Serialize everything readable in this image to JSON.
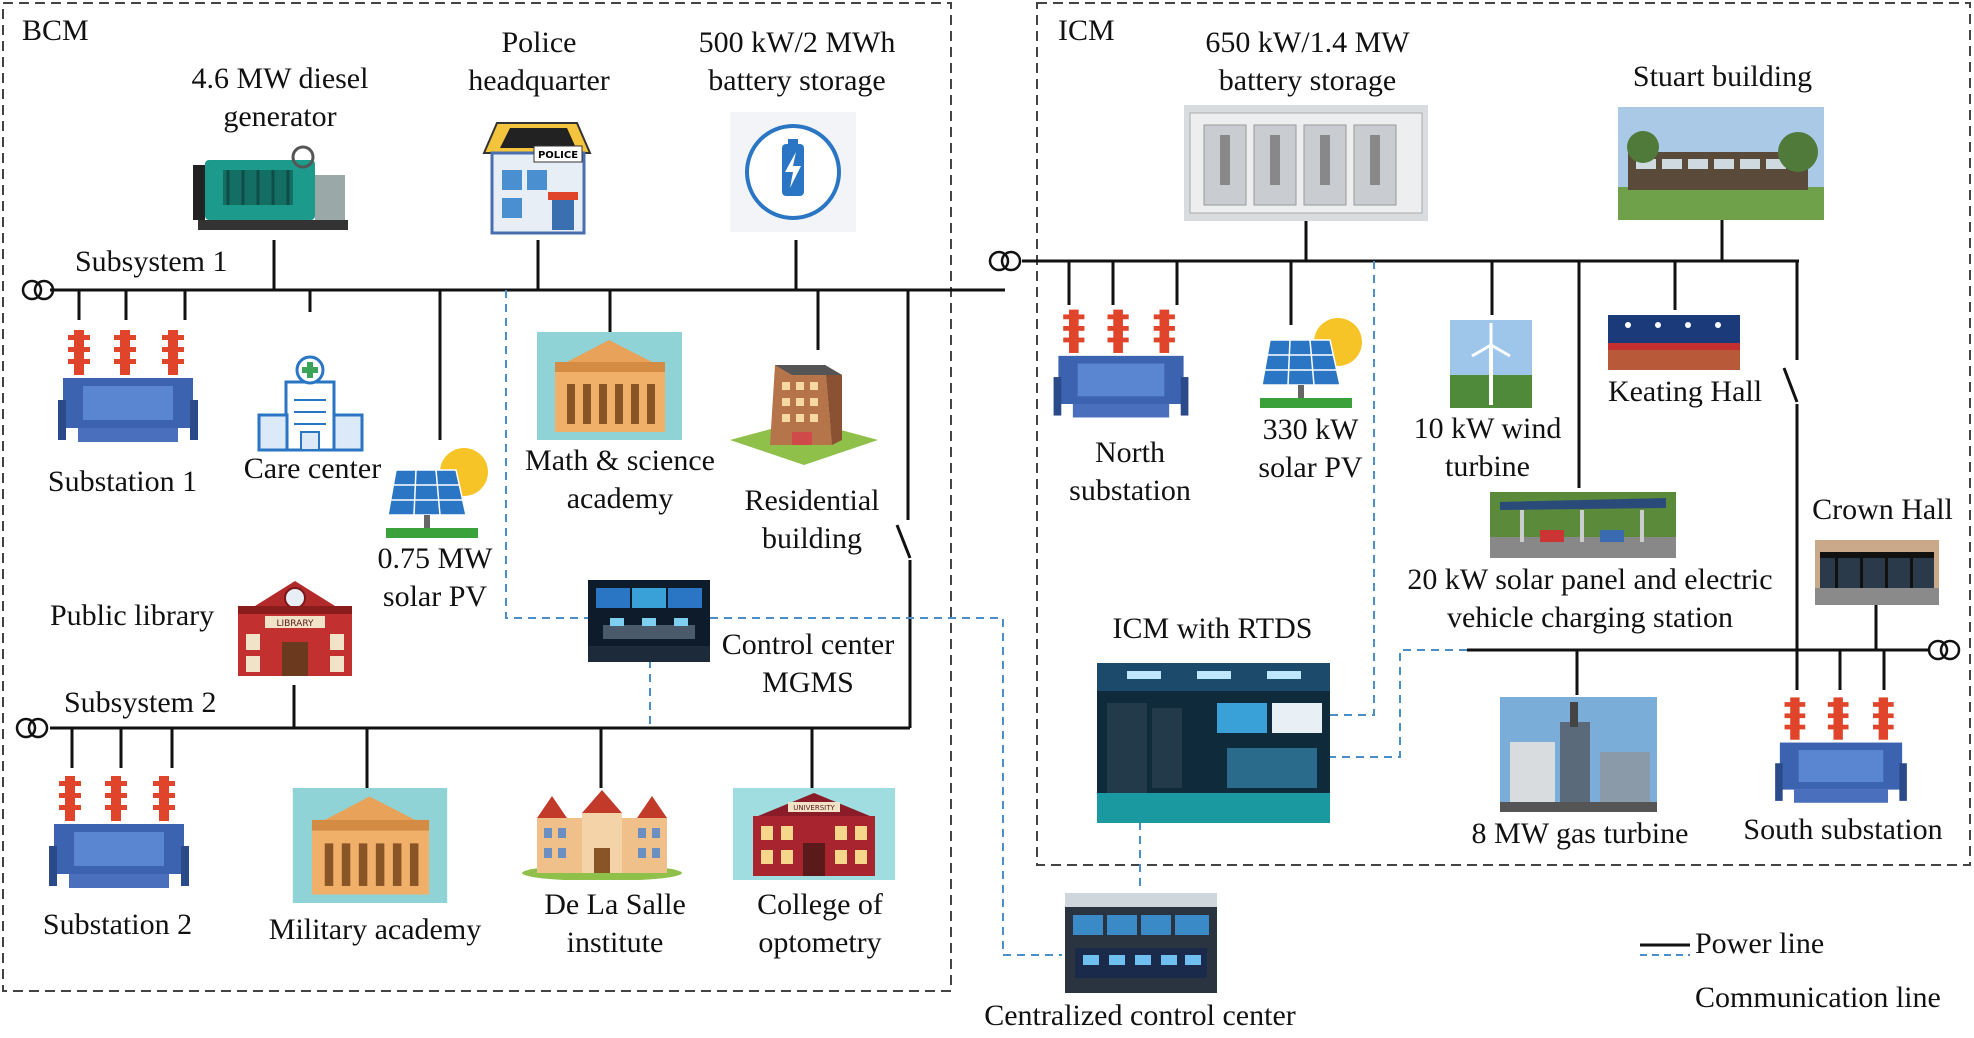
{
  "bcm": {
    "title": "BCM",
    "diesel_generator": "4.6 MW diesel\ngenerator",
    "police_headquarter": "Police\nheadquarter",
    "battery_storage": "500 kW/2 MWh\nbattery storage",
    "subsystem_1": "Subsystem 1",
    "substation_1": "Substation 1",
    "care_center": "Care center",
    "solar_pv": "0.75 MW\nsolar PV",
    "math_science_academy": "Math & science\nacademy",
    "residential_building": "Residential\nbuilding",
    "public_library": "Public library",
    "control_center": "Control center\nMGMS",
    "subsystem_2": "Subsystem 2",
    "substation_2": "Substation 2",
    "military_academy": "Military academy",
    "de_la_salle": "De La Salle\ninstitute",
    "college_optometry": "College of\noptometry",
    "library_sign": "LIBRARY",
    "police_sign": "POLICE",
    "university_sign": "UNIVERSITY"
  },
  "icm": {
    "title": "ICM",
    "battery_storage": "650 kW/1.4 MW\nbattery storage",
    "stuart_building": "Stuart building",
    "north_substation": "North\nsubstation",
    "solar_pv": "330 kW\nsolar PV",
    "wind_turbine": "10 kW wind\nturbine",
    "keating_hall": "Keating Hall",
    "crown_hall": "Crown Hall",
    "ev_station": "20 kW solar panel and electric\nvehicle charging station",
    "rtds": "ICM with RTDS",
    "gas_turbine": "8 MW gas turbine",
    "south_substation": "South substation"
  },
  "centralized_control_center": "Centralized control center",
  "legend": {
    "power_line": "Power line",
    "communication_line": "Communication line"
  },
  "colors": {
    "power_line": "#111111",
    "communication_line": "#4a8fc9",
    "boundary": "#444444",
    "insulator": "#e0452b",
    "transformer": "#3b63b0"
  }
}
